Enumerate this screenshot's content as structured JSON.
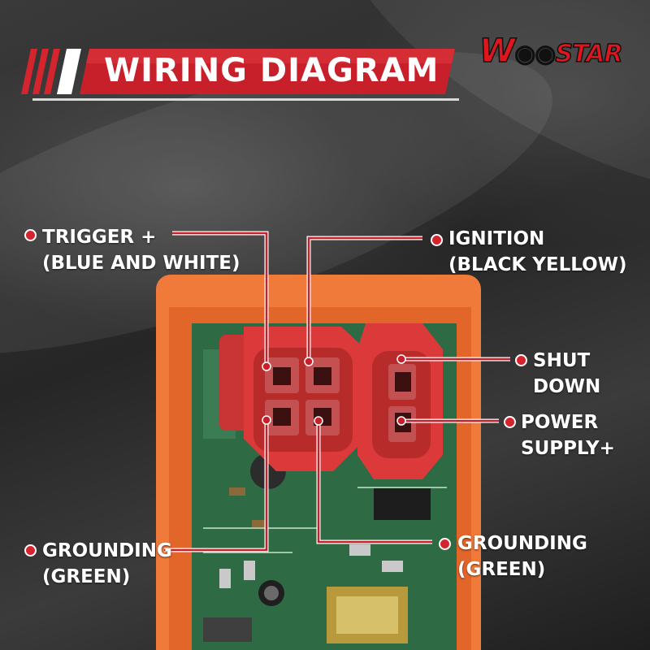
{
  "header": {
    "title": "WIRING DIAGRAM",
    "brand": "Woostar",
    "brand_parts": [
      "W",
      "STAR"
    ]
  },
  "colors": {
    "accent": "#d4242e",
    "module": "#f47a3c",
    "connector": "#dc3a3a",
    "pcb": "#2f6b45",
    "background": "#2b2b2b"
  },
  "labels": {
    "trigger": {
      "line1": "TRIGGER +",
      "line2": "(BLUE AND WHITE)"
    },
    "ignition": {
      "line1": "IGNITION",
      "line2": "(BLACK YELLOW)"
    },
    "shutdown": {
      "line1": "SHUT",
      "line2": "DOWN"
    },
    "power": {
      "line1": "POWER",
      "line2": "SUPPLY+"
    },
    "ground_left": {
      "line1": "GROUNDING",
      "line2": "(GREEN)"
    },
    "ground_right": {
      "line1": "GROUNDING",
      "line2": "(GREEN)"
    }
  }
}
